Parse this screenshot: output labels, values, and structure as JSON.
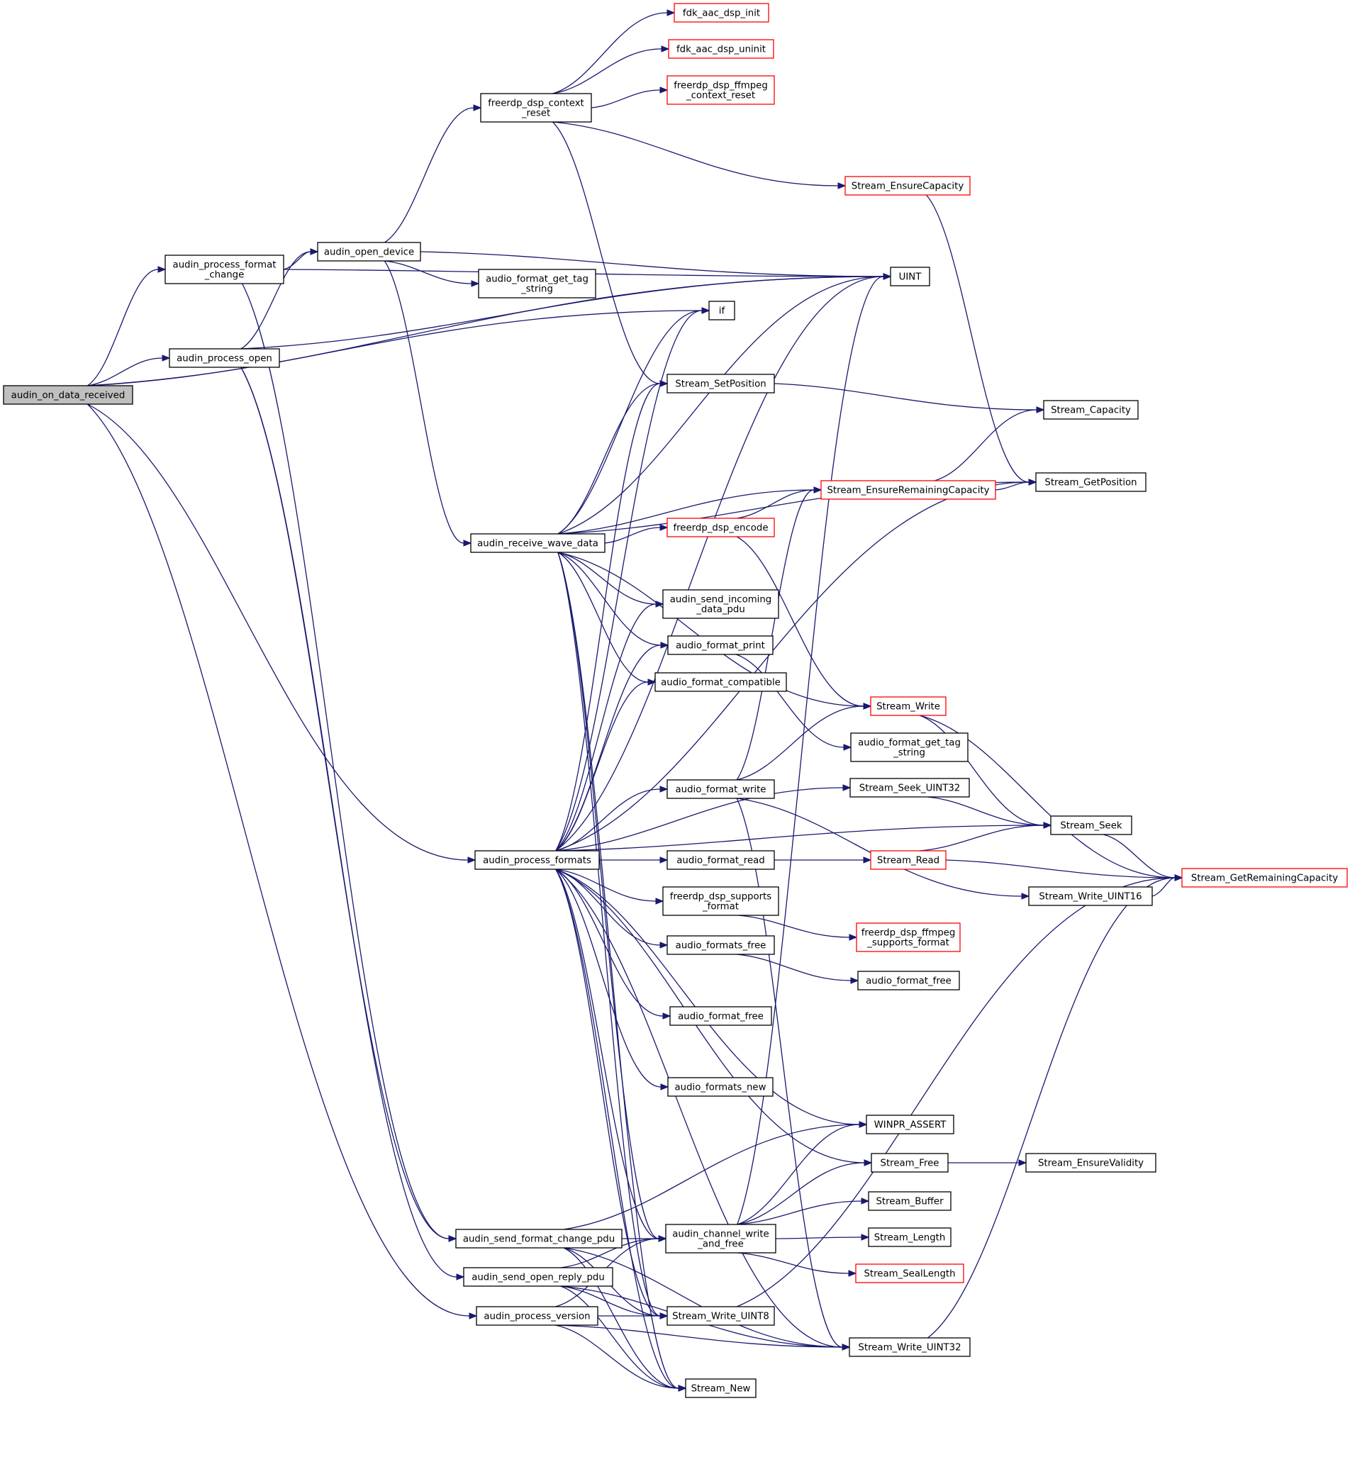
{
  "nodes": [
    {
      "id": "root",
      "lines": [
        "audin_on_data_received"
      ],
      "kind": "root"
    },
    {
      "id": "pfc",
      "lines": [
        "audin_process_format",
        "_change"
      ],
      "kind": "normal"
    },
    {
      "id": "popen",
      "lines": [
        "audin_process_open"
      ],
      "kind": "normal"
    },
    {
      "id": "pformats",
      "lines": [
        "audin_process_formats"
      ],
      "kind": "normal"
    },
    {
      "id": "pversion",
      "lines": [
        "audin_process_version"
      ],
      "kind": "normal"
    },
    {
      "id": "opendev",
      "lines": [
        "audin_open_device"
      ],
      "kind": "normal"
    },
    {
      "id": "sendfc",
      "lines": [
        "audin_send_format_change_pdu"
      ],
      "kind": "normal"
    },
    {
      "id": "sendopen",
      "lines": [
        "audin_send_open_reply_pdu"
      ],
      "kind": "normal"
    },
    {
      "id": "dspreset",
      "lines": [
        "freerdp_dsp_context",
        "_reset"
      ],
      "kind": "normal"
    },
    {
      "id": "gettag1",
      "lines": [
        "audio_format_get_tag",
        "_string"
      ],
      "kind": "normal"
    },
    {
      "id": "recvwave",
      "lines": [
        "audin_receive_wave_data"
      ],
      "kind": "normal"
    },
    {
      "id": "fdkinit",
      "lines": [
        "fdk_aac_dsp_init"
      ],
      "kind": "ext"
    },
    {
      "id": "fdkuninit",
      "lines": [
        "fdk_aac_dsp_uninit"
      ],
      "kind": "ext"
    },
    {
      "id": "ffreset",
      "lines": [
        "freerdp_dsp_ffmpeg",
        "_context_reset"
      ],
      "kind": "ext"
    },
    {
      "id": "ifn",
      "lines": [
        "if"
      ],
      "kind": "normal"
    },
    {
      "id": "setpos",
      "lines": [
        "Stream_SetPosition"
      ],
      "kind": "normal"
    },
    {
      "id": "dspencode",
      "lines": [
        "freerdp_dsp_encode"
      ],
      "kind": "ext"
    },
    {
      "id": "sendinc",
      "lines": [
        "audin_send_incoming",
        "_data_pdu"
      ],
      "kind": "normal"
    },
    {
      "id": "fmtprint",
      "lines": [
        "audio_format_print"
      ],
      "kind": "normal"
    },
    {
      "id": "fmtcompat",
      "lines": [
        "audio_format_compatible"
      ],
      "kind": "normal"
    },
    {
      "id": "fmtwrite",
      "lines": [
        "audio_format_write"
      ],
      "kind": "normal"
    },
    {
      "id": "fmtread",
      "lines": [
        "audio_format_read"
      ],
      "kind": "normal"
    },
    {
      "id": "dspsupp",
      "lines": [
        "freerdp_dsp_supports",
        "_format"
      ],
      "kind": "normal"
    },
    {
      "id": "fmtsfree",
      "lines": [
        "audio_formats_free"
      ],
      "kind": "normal"
    },
    {
      "id": "fmtfree1",
      "lines": [
        "audio_format_free"
      ],
      "kind": "normal"
    },
    {
      "id": "fmtsnew",
      "lines": [
        "audio_formats_new"
      ],
      "kind": "normal"
    },
    {
      "id": "chwrite",
      "lines": [
        "audin_channel_write",
        "_and_free"
      ],
      "kind": "normal"
    },
    {
      "id": "wuint8",
      "lines": [
        "Stream_Write_UINT8"
      ],
      "kind": "normal"
    },
    {
      "id": "snew",
      "lines": [
        "Stream_New"
      ],
      "kind": "normal"
    },
    {
      "id": "ensurecap",
      "lines": [
        "Stream_EnsureCapacity"
      ],
      "kind": "ext"
    },
    {
      "id": "uint",
      "lines": [
        "UINT"
      ],
      "kind": "normal"
    },
    {
      "id": "ensurerem",
      "lines": [
        "Stream_EnsureRemainingCapacity"
      ],
      "kind": "ext"
    },
    {
      "id": "swrite",
      "lines": [
        "Stream_Write"
      ],
      "kind": "ext"
    },
    {
      "id": "gettag2",
      "lines": [
        "audio_format_get_tag",
        "_string"
      ],
      "kind": "normal"
    },
    {
      "id": "seek32",
      "lines": [
        "Stream_Seek_UINT32"
      ],
      "kind": "normal"
    },
    {
      "id": "sread",
      "lines": [
        "Stream_Read"
      ],
      "kind": "ext"
    },
    {
      "id": "ffsupp",
      "lines": [
        "freerdp_dsp_ffmpeg",
        "_supports_format"
      ],
      "kind": "ext"
    },
    {
      "id": "fmtfree2",
      "lines": [
        "audio_format_free"
      ],
      "kind": "normal"
    },
    {
      "id": "winpr",
      "lines": [
        "WINPR_ASSERT"
      ],
      "kind": "normal"
    },
    {
      "id": "sfree",
      "lines": [
        "Stream_Free"
      ],
      "kind": "normal"
    },
    {
      "id": "sbuffer",
      "lines": [
        "Stream_Buffer"
      ],
      "kind": "normal"
    },
    {
      "id": "slength",
      "lines": [
        "Stream_Length"
      ],
      "kind": "normal"
    },
    {
      "id": "sseal",
      "lines": [
        "Stream_SealLength"
      ],
      "kind": "ext"
    },
    {
      "id": "wuint32",
      "lines": [
        "Stream_Write_UINT32"
      ],
      "kind": "normal"
    },
    {
      "id": "scap",
      "lines": [
        "Stream_Capacity"
      ],
      "kind": "normal"
    },
    {
      "id": "sgetpos",
      "lines": [
        "Stream_GetPosition"
      ],
      "kind": "normal"
    },
    {
      "id": "sseek",
      "lines": [
        "Stream_Seek"
      ],
      "kind": "normal"
    },
    {
      "id": "wuint16",
      "lines": [
        "Stream_Write_UINT16"
      ],
      "kind": "normal"
    },
    {
      "id": "sensval",
      "lines": [
        "Stream_EnsureValidity"
      ],
      "kind": "normal"
    },
    {
      "id": "sgetrem",
      "lines": [
        "Stream_GetRemainingCapacity"
      ],
      "kind": "ext"
    }
  ],
  "edges": [
    [
      "root",
      "uint"
    ],
    [
      "root",
      "pfc"
    ],
    [
      "root",
      "popen"
    ],
    [
      "root",
      "ifn"
    ],
    [
      "root",
      "pformats"
    ],
    [
      "root",
      "pversion"
    ],
    [
      "pfc",
      "uint"
    ],
    [
      "pfc",
      "opendev"
    ],
    [
      "pfc",
      "sendfc"
    ],
    [
      "popen",
      "opendev"
    ],
    [
      "popen",
      "uint"
    ],
    [
      "popen",
      "sendopen"
    ],
    [
      "popen",
      "sendfc"
    ],
    [
      "opendev",
      "dspreset"
    ],
    [
      "opendev",
      "uint"
    ],
    [
      "opendev",
      "gettag1"
    ],
    [
      "opendev",
      "recvwave"
    ],
    [
      "dspreset",
      "fdkinit"
    ],
    [
      "dspreset",
      "fdkuninit"
    ],
    [
      "dspreset",
      "ffreset"
    ],
    [
      "dspreset",
      "ensurecap"
    ],
    [
      "dspreset",
      "setpos"
    ],
    [
      "ensurecap",
      "sgetpos"
    ],
    [
      "setpos",
      "scap"
    ],
    [
      "recvwave",
      "ifn"
    ],
    [
      "recvwave",
      "setpos"
    ],
    [
      "recvwave",
      "uint"
    ],
    [
      "recvwave",
      "sgetpos"
    ],
    [
      "recvwave",
      "ensurerem"
    ],
    [
      "recvwave",
      "dspencode"
    ],
    [
      "recvwave",
      "sendinc"
    ],
    [
      "recvwave",
      "fmtprint"
    ],
    [
      "recvwave",
      "fmtcompat"
    ],
    [
      "recvwave",
      "swrite"
    ],
    [
      "recvwave",
      "chwrite"
    ],
    [
      "recvwave",
      "wuint8"
    ],
    [
      "recvwave",
      "snew"
    ],
    [
      "ensurerem",
      "scap"
    ],
    [
      "ensurerem",
      "sgetpos"
    ],
    [
      "dspencode",
      "ensurerem"
    ],
    [
      "dspencode",
      "swrite"
    ],
    [
      "fmtprint",
      "gettag2"
    ],
    [
      "fmtwrite",
      "ensurerem"
    ],
    [
      "fmtwrite",
      "swrite"
    ],
    [
      "fmtwrite",
      "wuint16"
    ],
    [
      "fmtwrite",
      "wuint32"
    ],
    [
      "swrite",
      "sseek"
    ],
    [
      "swrite",
      "sgetrem"
    ],
    [
      "seek32",
      "sseek"
    ],
    [
      "sseek",
      "sgetrem"
    ],
    [
      "fmtread",
      "sread"
    ],
    [
      "sread",
      "sseek"
    ],
    [
      "sread",
      "sgetrem"
    ],
    [
      "wuint16",
      "sgetrem"
    ],
    [
      "dspsupp",
      "ffsupp"
    ],
    [
      "fmtsfree",
      "fmtfree2"
    ],
    [
      "sfree",
      "sensval"
    ],
    [
      "chwrite",
      "uint"
    ],
    [
      "chwrite",
      "winpr"
    ],
    [
      "chwrite",
      "sfree"
    ],
    [
      "chwrite",
      "sbuffer"
    ],
    [
      "chwrite",
      "slength"
    ],
    [
      "chwrite",
      "sseal"
    ],
    [
      "wuint8",
      "sgetrem"
    ],
    [
      "wuint32",
      "sgetrem"
    ],
    [
      "pformats",
      "uint"
    ],
    [
      "pformats",
      "setpos"
    ],
    [
      "pformats",
      "ifn"
    ],
    [
      "pformats",
      "sgetpos"
    ],
    [
      "pformats",
      "seek32"
    ],
    [
      "pformats",
      "sseek"
    ],
    [
      "pformats",
      "fmtread"
    ],
    [
      "pformats",
      "fmtwrite"
    ],
    [
      "pformats",
      "dspsupp"
    ],
    [
      "pformats",
      "fmtsfree"
    ],
    [
      "pformats",
      "fmtfree1"
    ],
    [
      "pformats",
      "fmtsnew"
    ],
    [
      "pformats",
      "fmtprint"
    ],
    [
      "pformats",
      "fmtcompat"
    ],
    [
      "pformats",
      "sendinc"
    ],
    [
      "pformats",
      "winpr"
    ],
    [
      "pformats",
      "sfree"
    ],
    [
      "pformats",
      "chwrite"
    ],
    [
      "pformats",
      "wuint8"
    ],
    [
      "pformats",
      "wuint32"
    ],
    [
      "pformats",
      "snew"
    ],
    [
      "pversion",
      "chwrite"
    ],
    [
      "pversion",
      "wuint8"
    ],
    [
      "pversion",
      "snew"
    ],
    [
      "pversion",
      "wuint32"
    ],
    [
      "sendfc",
      "winpr"
    ],
    [
      "sendfc",
      "chwrite"
    ],
    [
      "sendfc",
      "wuint8"
    ],
    [
      "sendfc",
      "snew"
    ],
    [
      "sendfc",
      "wuint32"
    ],
    [
      "sendopen",
      "chwrite"
    ],
    [
      "sendopen",
      "wuint8"
    ],
    [
      "sendopen",
      "snew"
    ],
    [
      "sendopen",
      "wuint32"
    ]
  ]
}
